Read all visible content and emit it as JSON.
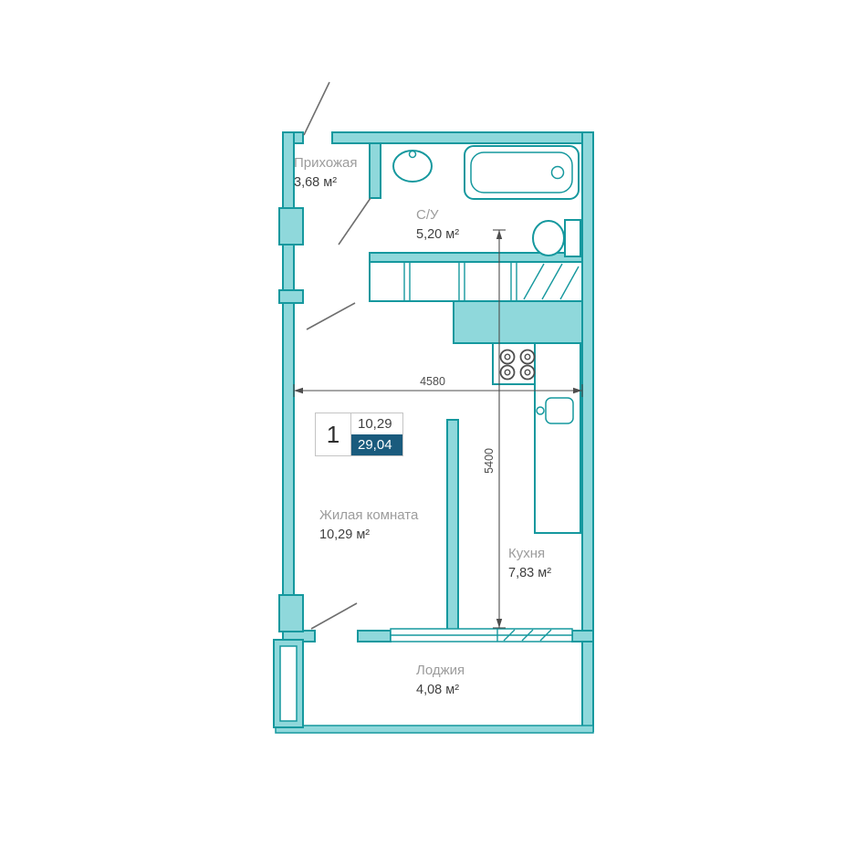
{
  "colors": {
    "wall_fill": "#8FD8DB",
    "wall_stroke": "#15989E",
    "badge_accent": "#1A5B7D",
    "room_name_color": "#9C9C9C",
    "area_text_color": "#3F3F3F",
    "dim_color": "#4D4D4D",
    "door_line_color": "#6E6E6E",
    "fixture_detail_color": "#4F4F4F"
  },
  "rooms": {
    "hallway": {
      "name": "Прихожая",
      "area": "3,68 м²"
    },
    "bathroom": {
      "name": "С/У",
      "area": "5,20 м²"
    },
    "living": {
      "name": "Жилая комната",
      "area": "10,29 м²"
    },
    "kitchen": {
      "name": "Кухня",
      "area": "7,83 м²"
    },
    "loggia": {
      "name": "Лоджия",
      "area": "4,08 м²"
    }
  },
  "badge": {
    "rooms_count": "1",
    "living_area": "10,29",
    "total_area": "29,04"
  },
  "dimensions": {
    "width_mm": "4580",
    "height_mm": "5400"
  }
}
